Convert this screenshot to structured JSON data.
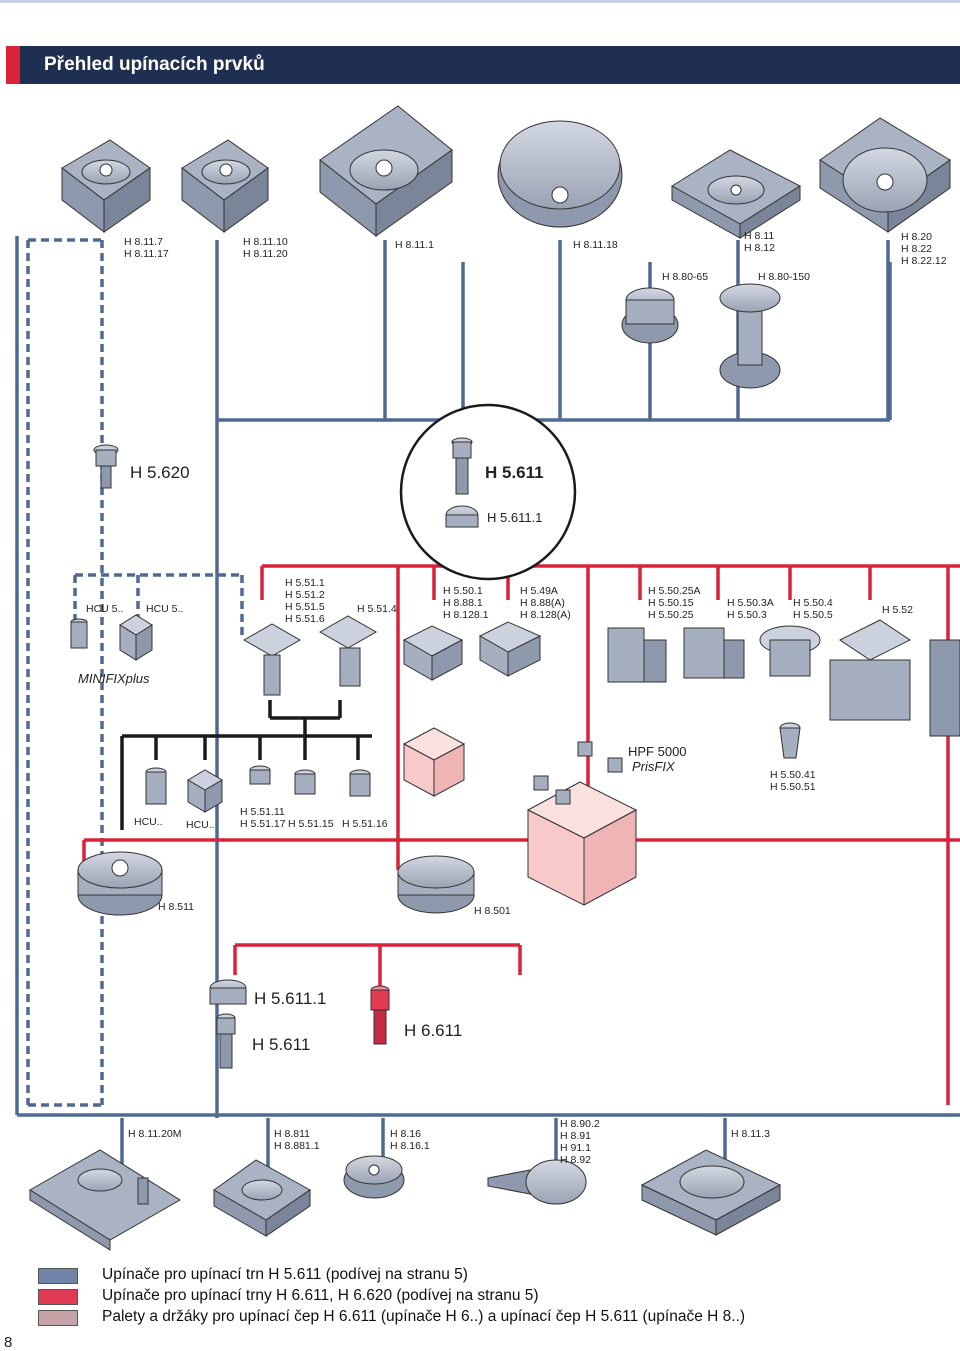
{
  "header": {
    "title": "Přehled upínacích prvků"
  },
  "colors": {
    "blue": "#4e6a94",
    "red": "#d8233a",
    "black": "#1a1a1a",
    "bar": "#1e2f52",
    "part": "#b9bfcc",
    "pink": "#f7c9c9"
  },
  "top_row": [
    {
      "lines": [
        "H 8.11.7",
        "H 8.11.17"
      ]
    },
    {
      "lines": [
        "H 8.11.10",
        "H 8.11.20"
      ]
    },
    {
      "lines": [
        "H 8.11.1"
      ]
    },
    {
      "lines": [
        "H 8.11.18"
      ]
    },
    {
      "lines": [
        "H 8.11",
        "H 8.12"
      ]
    },
    {
      "lines": [
        "H 8.20",
        "H 8.22",
        "H 8.22.12"
      ]
    }
  ],
  "adapters": {
    "a1": "H 8.80-65",
    "a2": "H 8.80-150"
  },
  "pins": {
    "p620": "H 5.620",
    "p611": "H 5.611",
    "p6111": "H 5.611.1"
  },
  "mid_row": {
    "hcu_a": "HCU 5..",
    "hcu_b": "HCU 5..",
    "g1": [
      "H 5.51.1",
      "H 5.51.2",
      "H 5.51.5",
      "H 5.51.6"
    ],
    "g2": [
      "H 5.51.4"
    ],
    "g3": [
      "H 5.50.1",
      "H 8.88.1",
      "H 8.128.1"
    ],
    "g4": [
      "H 5.49A",
      "H 8.88(A)",
      "H 8.128(A)"
    ],
    "g5": [
      "H 5.50.25A",
      "H 5.50.15",
      "H 5.50.25"
    ],
    "g6": [
      "H 5.50.3A",
      "H 5.50.3"
    ],
    "g7": [
      "H 5.50.4",
      "H 5.50.5"
    ],
    "g8": [
      "H 5.52"
    ],
    "minifix": "MINIFIXplus"
  },
  "sub_row": {
    "hcu1": "HCU..",
    "hcu2": "HCU..",
    "s1": [
      "H 5.51.11",
      "H 5.51.17"
    ],
    "s2": "H 5.51.15",
    "s3": "H 5.51.16",
    "hpf": "HPF 5000",
    "prisfix": "PrisFIX",
    "collet": [
      "H 5.50.41",
      "H 5.50.51"
    ]
  },
  "chucks": {
    "c1": "H 8.511",
    "c2": "H 8.501"
  },
  "pins2": {
    "p6111": "H 5.611.1",
    "p611": "H 5.611",
    "p6611": "H 6.611"
  },
  "bottom_row": {
    "b1": [
      "H 8.11.20M"
    ],
    "b2": [
      "H 8.811",
      "H 8.881.1"
    ],
    "b3": [
      "H 8.16",
      "H 8.16.1"
    ],
    "b4": [
      "H 8.90.2",
      "H 8.91",
      "H 91.1",
      "H 8.92"
    ],
    "b5": [
      "H 8.11.3"
    ]
  },
  "legend": [
    {
      "color": "#6f84a6",
      "text": "Upínače pro upínací trn H 5.611 (podívej na stranu 5)"
    },
    {
      "color": "#e23a55",
      "text": "Upínače pro upínací trny H 6.611, H 6.620 (podívej na stranu 5)"
    },
    {
      "color": "#c6a3a8",
      "text": "Palety a držáky pro upínací čep H 6.611 (upínače H 6..) a upínací čep H 5.611 (upínače H 8..)"
    }
  ],
  "page_number": "8"
}
